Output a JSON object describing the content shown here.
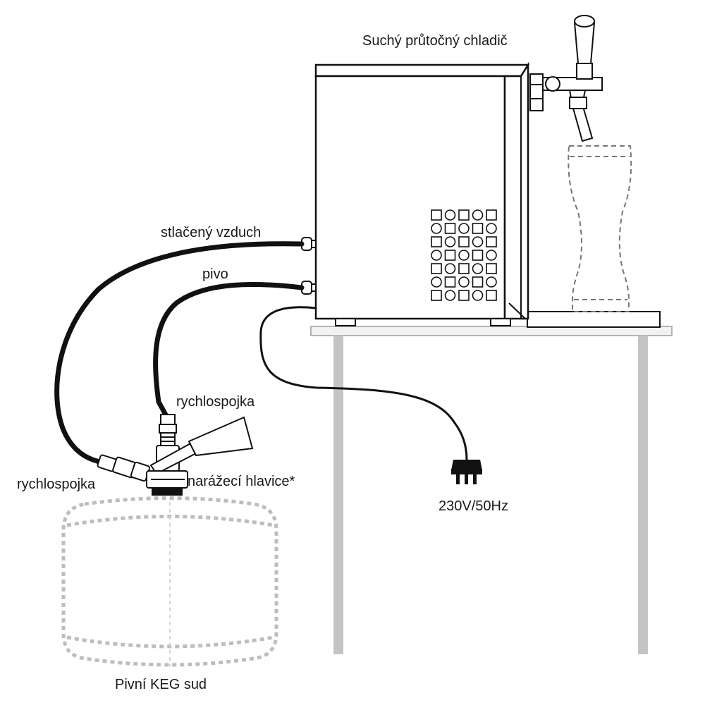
{
  "labels": {
    "cooler": "Suchý průtočný chladič",
    "air": "stlačený vzduch",
    "beer": "pivo",
    "coupler_beer": "rychlospojka",
    "coupler_air": "rychlospojka",
    "tap_head": "narážecí hlavice*",
    "power": "230V/50Hz",
    "keg": "Pivní KEG sud"
  }
}
